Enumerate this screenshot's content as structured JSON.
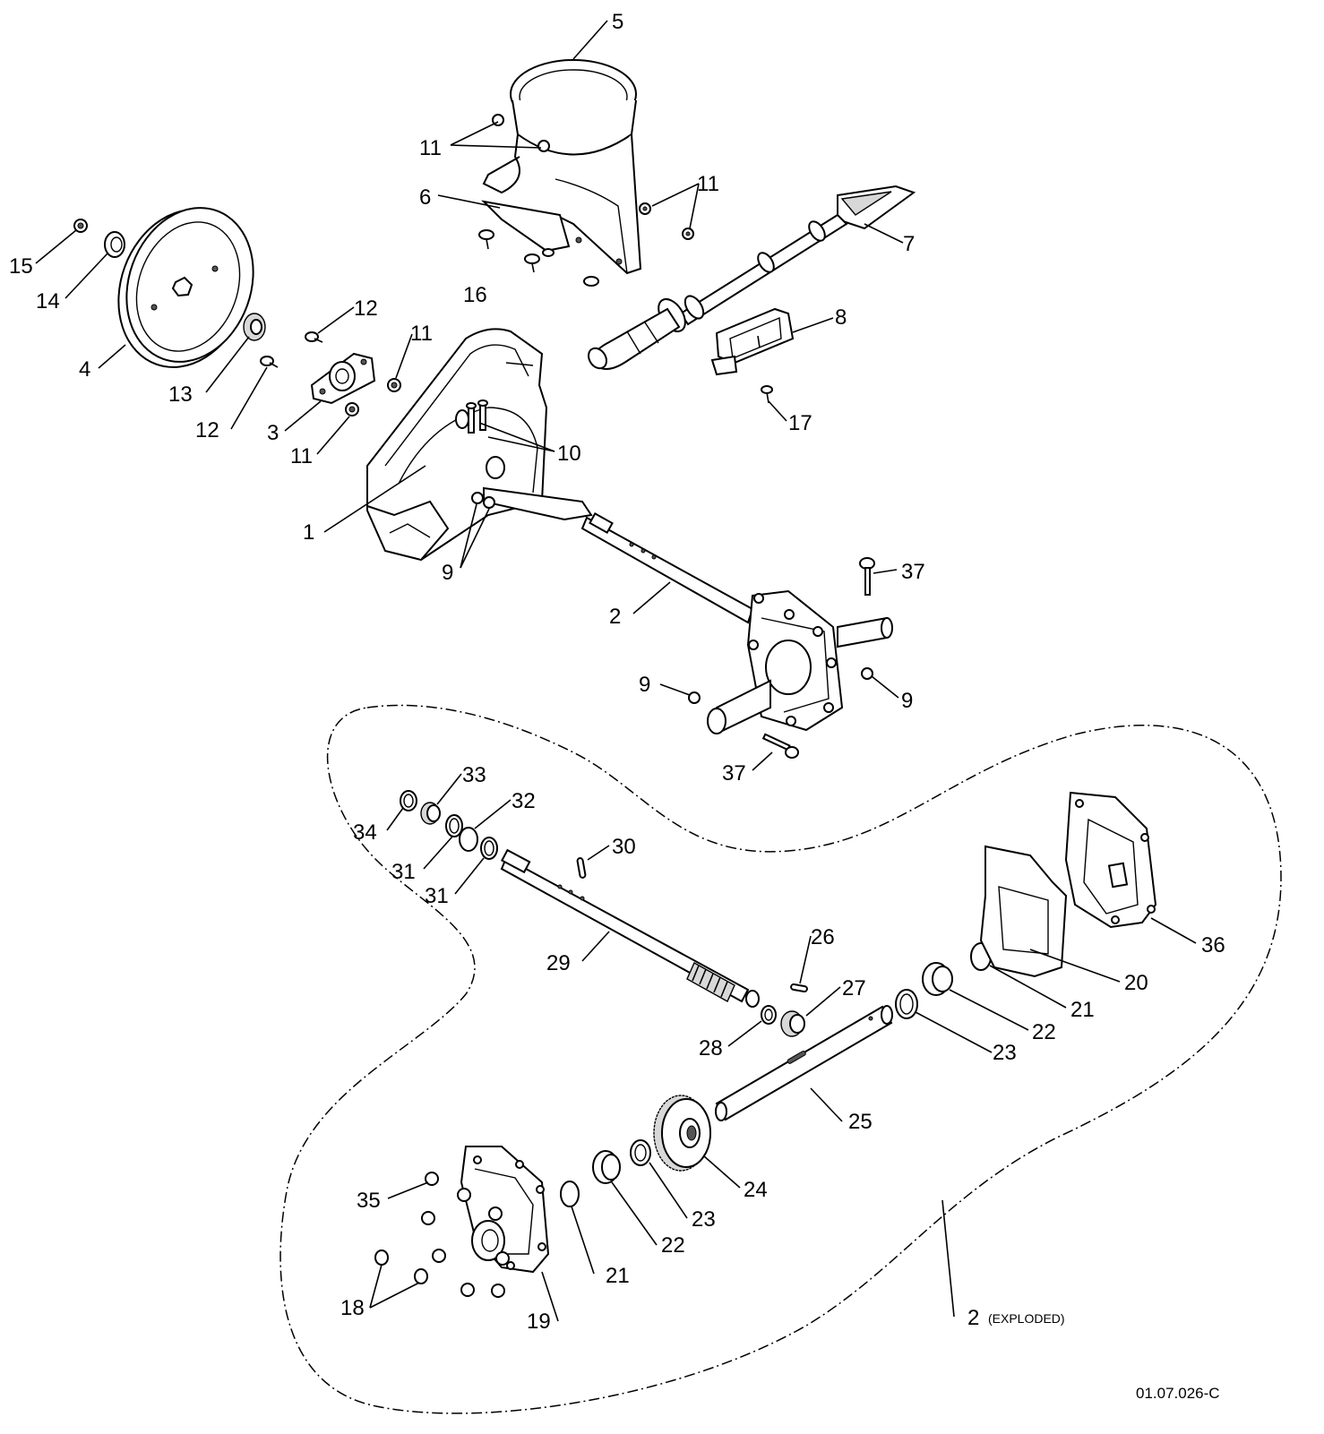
{
  "callouts": {
    "c1": "1",
    "c2": "2",
    "c3": "3",
    "c4": "4",
    "c5": "5",
    "c6": "6",
    "c7": "7",
    "c8": "8",
    "c9": "9",
    "c10": "10",
    "c11": "11",
    "c12": "12",
    "c13": "13",
    "c14": "14",
    "c15": "15",
    "c16": "16",
    "c17": "17",
    "c18": "18",
    "c19": "19",
    "c20": "20",
    "c21": "21",
    "c22": "22",
    "c23": "23",
    "c24": "24",
    "c25": "25",
    "c26": "26",
    "c27": "27",
    "c28": "28",
    "c29": "29",
    "c30": "30",
    "c31": "31",
    "c32": "32",
    "c33": "33",
    "c34": "34",
    "c35": "35",
    "c36": "36",
    "c37": "37"
  },
  "exploded_note": "(EXPLODED)",
  "figure_ref": "01.07.026-C"
}
